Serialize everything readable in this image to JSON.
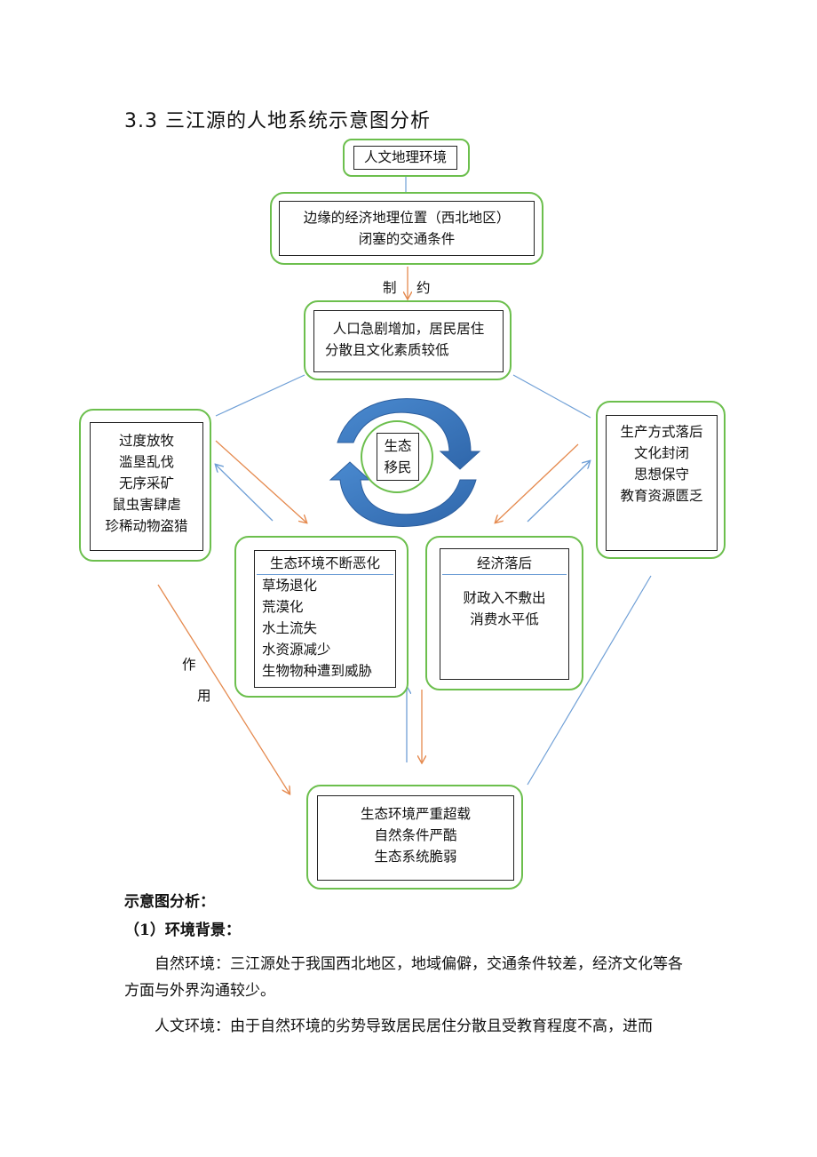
{
  "section_title": "3.3  三江源的人地系统示意图分析",
  "diagram": {
    "top_label": "人文地理环境",
    "location_box": [
      "边缘的经济地理位置（西北地区）",
      "闭塞的交通条件"
    ],
    "constraint_label": [
      "制",
      "约"
    ],
    "population_box": [
      "人口急剧增加，居民居住",
      "分散且文化素质较低"
    ],
    "left_box": [
      "过度放牧",
      "滥垦乱伐",
      "无序采矿",
      "鼠虫害肆虐",
      "珍稀动物盗猎"
    ],
    "right_box": [
      "生产方式落后",
      "文化封闭",
      "思想保守",
      "教育资源匮乏"
    ],
    "center_label": [
      "生态",
      "移民"
    ],
    "eco_box": {
      "heading": "生态环境不断恶化",
      "items": [
        "草场退化",
        "荒漠化",
        "水土流失",
        "水资源减少",
        "生物物种遭到威胁"
      ]
    },
    "econ_box": {
      "heading": "经济落后",
      "items": [
        "财政入不敷出",
        "消费水平低"
      ]
    },
    "effect_label": [
      "作",
      "用"
    ],
    "bottom_box": [
      "生态环境严重超载",
      "自然条件严酷",
      "生态系统脆弱"
    ]
  },
  "analysis": {
    "heading": "示意图分析：",
    "sub_heading": "（1）环境背景：",
    "paragraphs": [
      "自然环境：三江源处于我国西北地区，地域偏僻，交通条件较差，经济文化等各方面与外界沟通较少。",
      "人文环境：由于自然环境的劣势导致居民居住分散且受教育程度不高，进而"
    ]
  },
  "colors": {
    "green_border": "#6cbf4d",
    "blue_arrow": "#6f9fd6",
    "orange_arrow": "#e58a4f",
    "cycle_blue": "#3f7ec5"
  }
}
